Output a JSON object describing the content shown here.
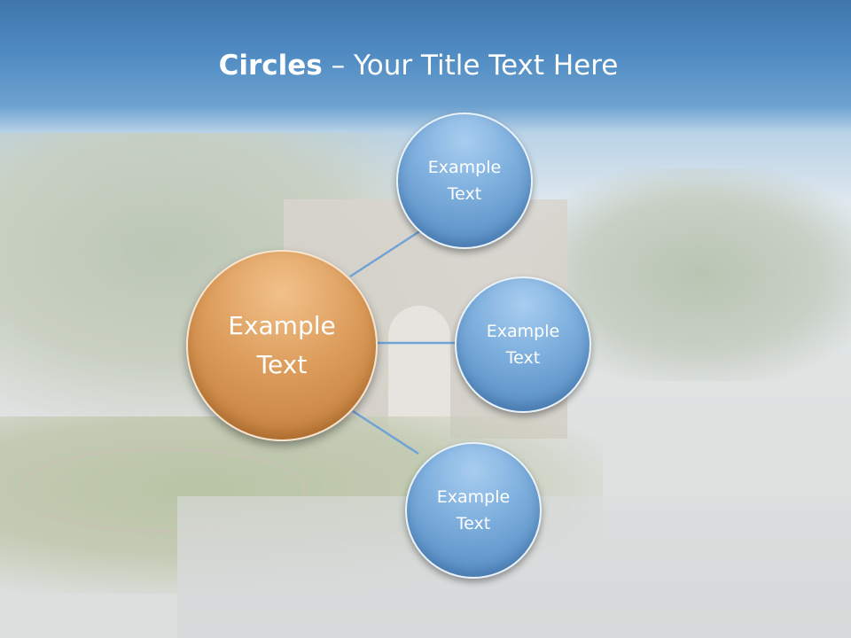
{
  "slide": {
    "title_bold": "Circles",
    "title_rest": " – Your Title Text Here"
  },
  "diagram": {
    "center": {
      "label": "Example Text",
      "color": "#d4904f"
    },
    "satellites": [
      {
        "label": "Example Text",
        "color": "#6fa3d6"
      },
      {
        "label": "Example Text",
        "color": "#6fa3d6"
      },
      {
        "label": "Example Text",
        "color": "#6fa3d6"
      }
    ],
    "connector_color": "#6fa3d6"
  }
}
